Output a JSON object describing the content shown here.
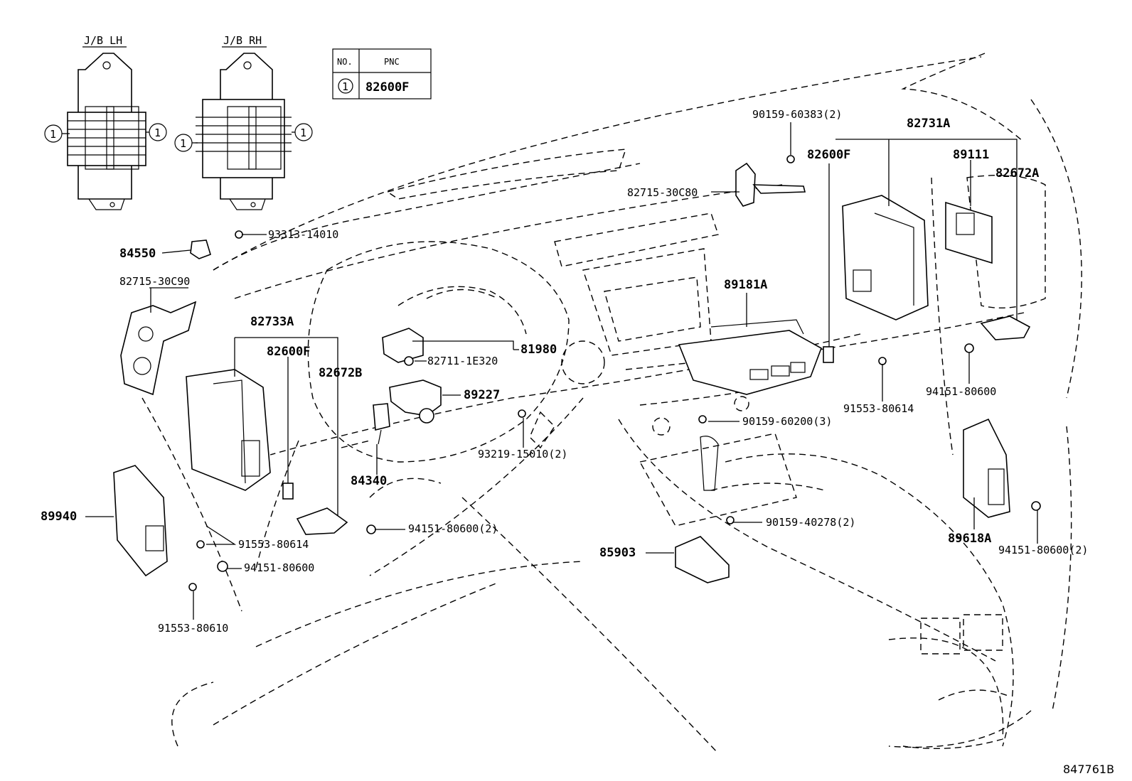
{
  "insets": {
    "jb_lh": {
      "title": "J/B LH",
      "marker": "1"
    },
    "jb_rh": {
      "title": "J/B RH",
      "marker": "1"
    }
  },
  "pnc_table": {
    "col_no": "NO.",
    "col_pnc": "PNC",
    "rows": [
      {
        "no": "1",
        "pnc": "82600F"
      }
    ]
  },
  "labels": {
    "p_90159_60383": "90159-60383(2)",
    "p_82731A": "82731A",
    "p_82600F_right": "82600F",
    "p_89111": "89111",
    "p_82672A": "82672A",
    "p_82715_30C80": "82715-30C80",
    "p_93313_14010": "93313-14010",
    "p_84550": "84550",
    "p_82715_30C90": "82715-30C90",
    "p_89181A": "89181A",
    "p_82733A": "82733A",
    "p_82600F_left": "82600F",
    "p_82672B": "82672B",
    "p_81980": "81980",
    "p_82711_1E320": "82711-1E320",
    "p_89227": "89227",
    "p_90159_60200": "90159-60200(3)",
    "p_91553_80614_right": "91553-80614",
    "p_94151_80600_right": "94151-80600",
    "p_93219_15010": "93219-15010(2)",
    "p_84340": "84340",
    "p_89940": "89940",
    "p_94151_80600_2_center": "94151-80600(2)",
    "p_91553_80614_left": "91553-80614",
    "p_94151_80600_left": "94151-80600",
    "p_91553_80610": "91553-80610",
    "p_85903": "85903",
    "p_90159_40278": "90159-40278(2)",
    "p_89618A": "89618A",
    "p_94151_80600_2_right": "94151-80600(2)"
  },
  "footer": {
    "diagram_code": "847761B"
  }
}
